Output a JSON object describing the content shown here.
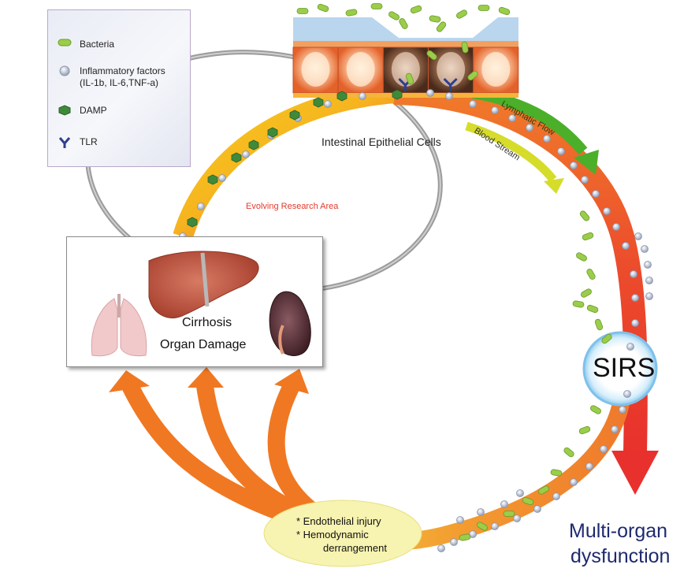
{
  "legend": {
    "items": [
      {
        "icon": "bacteria-icon",
        "label": "Bacteria"
      },
      {
        "icon": "inflammatory-factor-icon",
        "label": "Inflammatory factors",
        "sublabel": "(IL-1b, IL-6,TNF-a)"
      },
      {
        "icon": "damp-icon",
        "label": "DAMP"
      },
      {
        "icon": "tlr-icon",
        "label": "TLR"
      }
    ]
  },
  "labels": {
    "intestinal": "Intestinal Epithelial Cells",
    "research": "Evolving Research Area",
    "lymphatic": "Lymphatic Flow",
    "blood": "Blood Stream",
    "sirs": "SIRS",
    "outcome_line1": "Multi-organ",
    "outcome_line2": "dysfunction",
    "organ_line1": "Cirrhosis",
    "organ_line2": "Organ Damage",
    "endo_line1": "* Endothelial injury",
    "endo_line2": "* Hemodynamic",
    "endo_line3": "derrangement"
  },
  "colors": {
    "bacteria": "#9acd4a",
    "inflammatory": "#c9d3e6",
    "damp": "#3f8a3a",
    "tlr": "#2d3f8f",
    "lymphatic": "#4caf2a",
    "blood_stream": "#d6dc2a",
    "main_arrow": "#e8412c",
    "organ_arrows": "#f07822",
    "sirs_glow": "#9fd4f0",
    "outcome_text": "#1e2a6e",
    "research_text": "#e53a2b"
  }
}
